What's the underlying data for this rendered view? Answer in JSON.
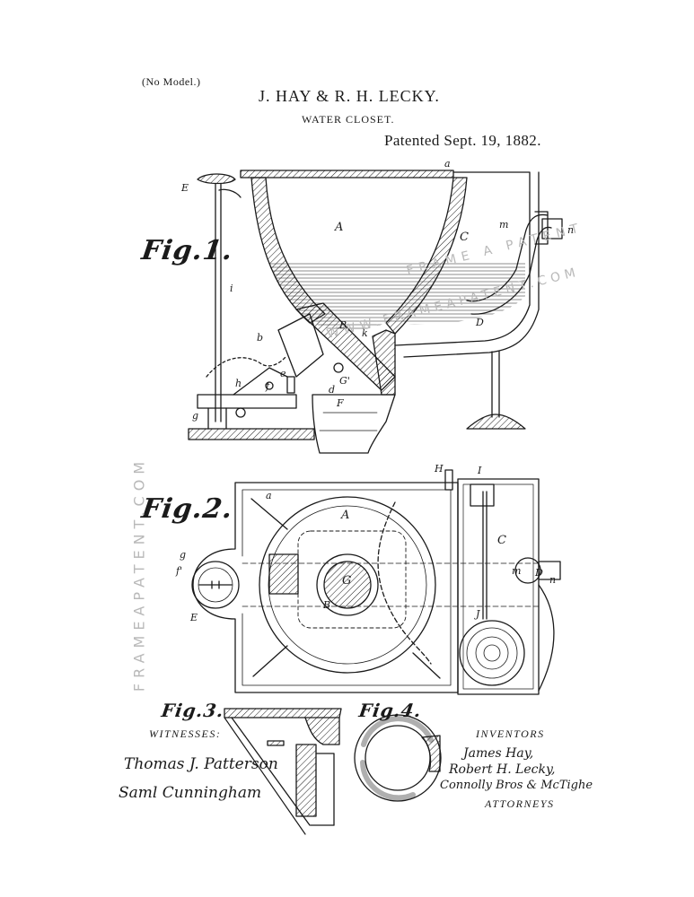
{
  "header": {
    "no_model": "(No Model.)",
    "inventors": "J. HAY & R. H. LECKY.",
    "subject": "WATER CLOSET.",
    "patented": "Patented Sept. 19, 1882."
  },
  "figures": {
    "fig1": "Fig.1.",
    "fig2": "Fig.2.",
    "fig3": "Fig.3.",
    "fig4": "Fig.4."
  },
  "fig1_labels": {
    "A": "A",
    "C": "C",
    "E": "E",
    "a": "a",
    "i": "i",
    "b": "b",
    "B": "B",
    "k": "k",
    "D": "D",
    "e": "e",
    "G": "G'",
    "d": "d",
    "F": "F",
    "h": "h",
    "f": "f",
    "g": "g",
    "m": "m",
    "n": "n"
  },
  "fig2_labels": {
    "H": "H",
    "I": "I",
    "a": "a",
    "A": "A",
    "C": "C",
    "G": "G",
    "B": "B",
    "g": "g",
    "f": "f'",
    "E": "E",
    "m": "m",
    "D": "D",
    "n": "n",
    "J": "J"
  },
  "witnesses": {
    "heading": "WITNESSES:",
    "signature_1": "Thomas J. Patterson",
    "signature_2": "Saml Cunningham"
  },
  "inventors_block": {
    "heading": "INVENTORS",
    "name_1": "James Hay,",
    "name_2": "Robert H. Lecky,",
    "attorneys_firm": "Connolly Bros & McTighe",
    "attorneys_heading": "ATTORNEYS"
  },
  "watermark": {
    "side": "FRAMEAPATENT.COM",
    "diag_1": "FRAME A PATENT",
    "diag_2": "WWW.FRAMEAPATENT.COM"
  }
}
